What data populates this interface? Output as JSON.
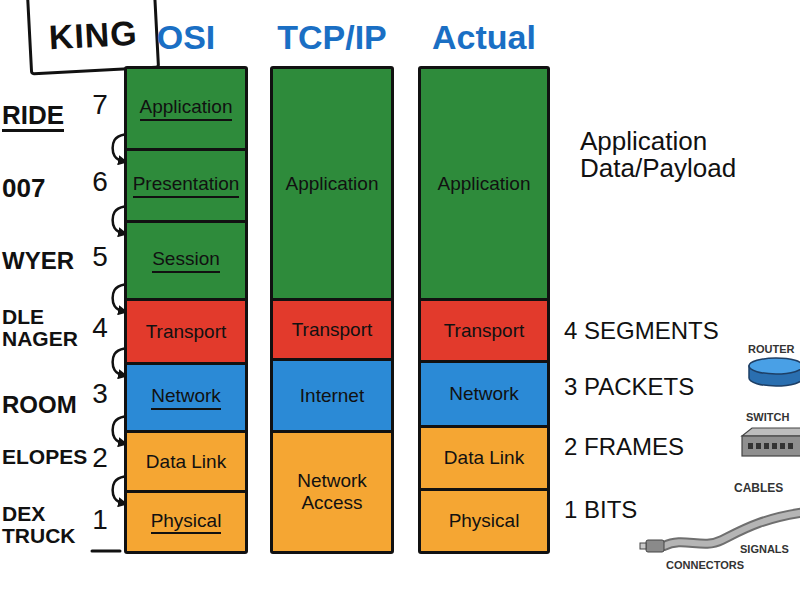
{
  "diagram": {
    "nodes": [
      {
        "text": [
          "KING"
        ]
      },
      {
        "text": [
          "OSI"
        ]
      },
      {
        "text": [
          "Application"
        ],
        "in": 1
      },
      {
        "text": [
          "Presentation"
        ],
        "in": 1
      },
      {
        "text": [
          "Session"
        ],
        "in": 1
      },
      {
        "text": [
          "Transport"
        ],
        "in": 1
      },
      {
        "text": [
          "Network"
        ],
        "in": 1
      },
      {
        "text": [
          "Data Link"
        ],
        "in": 1
      },
      {
        "text": [
          "Physical"
        ],
        "in": 1
      },
      {
        "text": [
          "TCP/IP"
        ]
      },
      {
        "text": [
          "Application"
        ],
        "in": 9
      },
      {
        "text": [
          "Transport"
        ],
        "in": 9
      },
      {
        "text": [
          "Internet"
        ],
        "in": 9
      },
      {
        "text": [
          "Network Access"
        ],
        "in": 9
      },
      {
        "text": [
          "Actual"
        ]
      },
      {
        "text": [
          "Application"
        ],
        "in": 14
      },
      {
        "text": [
          "Transport"
        ],
        "in": 14
      },
      {
        "text": [
          "Network"
        ],
        "in": 14
      },
      {
        "text": [
          "Data Link"
        ],
        "in": 14
      },
      {
        "text": [
          "Physical"
        ],
        "in": 14
      }
    ],
    "edges": [
      {
        "from": 2,
        "to": 3,
        "arrow": "to"
      },
      {
        "from": 3,
        "to": 4,
        "arrow": "to"
      },
      {
        "from": 4,
        "to": 5,
        "arrow": "to"
      },
      {
        "from": 5,
        "to": 6,
        "arrow": "to"
      },
      {
        "from": 6,
        "to": 7,
        "arrow": "to"
      },
      {
        "from": 7,
        "to": 8,
        "arrow": "to"
      }
    ],
    "labels": [
      "RIDE",
      "007",
      "WYER",
      "DLE NAGER",
      "ROOM",
      "ELOPES",
      "DEX TRUCK",
      "7",
      "6",
      "5",
      "4",
      "3",
      "2",
      "1",
      "Application Data/Payload",
      "4 SEGMENTS",
      "3 PACKETS",
      "2 FRAMES",
      "1 BITS",
      "ROUTER",
      "SWITCH",
      "CABLES",
      "SIGNALS",
      "CONNECTORS"
    ]
  }
}
